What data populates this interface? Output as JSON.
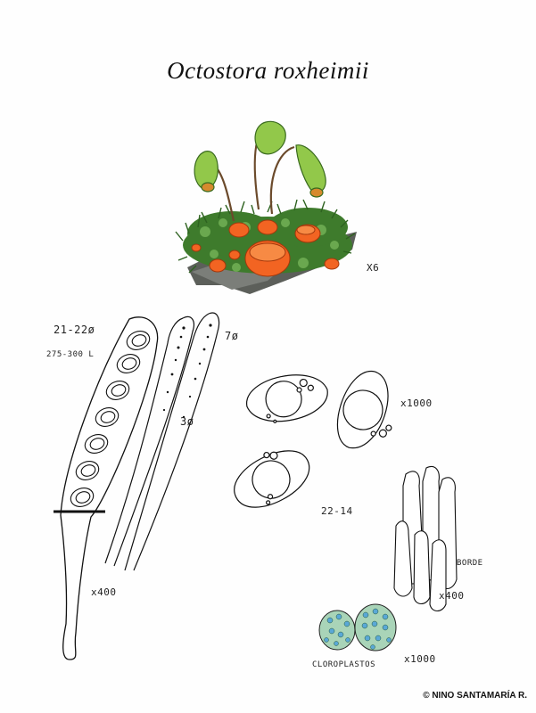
{
  "title": "Octostora roxheimii",
  "labels": {
    "habit_mag": "X6",
    "ascus_diam": "21-22ø",
    "ascus_len": "275-300 L",
    "paraphysis_tip": "7ø",
    "paraphysis_mid": "3ø",
    "ascus_mag": "x400",
    "spore_mag": "x1000",
    "spore_size": "22-14",
    "margin_label": "BORDE",
    "margin_mag": "x400",
    "chloro_label": "CLOROPLASTOS",
    "chloro_mag": "x1000"
  },
  "copyright": "© NINO SANTAMARÍA R."
}
